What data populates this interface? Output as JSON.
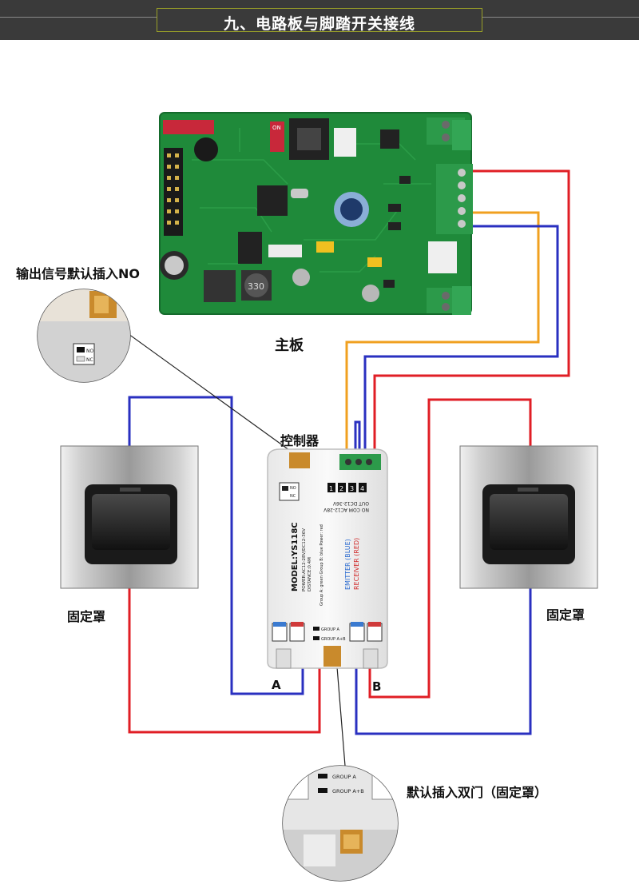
{
  "header": {
    "title": "九、电路板与脚踏开关接线"
  },
  "labels": {
    "output_note": "输出信号默认插入NO",
    "mainboard": "主板",
    "controller": "控制器",
    "cover_left": "固定罩",
    "cover_right": "固定罩",
    "port_a": "A",
    "port_b": "B",
    "default_note": "默认插入双门（固定罩）"
  },
  "controller": {
    "model": "MODEL:YS118C",
    "power": "POWER:AC12-28V/DC12-36V",
    "distance": "DISTANCE:0.4M",
    "terminals": [
      "1",
      "2",
      "3",
      "4"
    ],
    "terminal_labels": "NO COM   AC12-28V",
    "terminal_sub": "OUT      DC12-36V",
    "emitter": "EMITTER  (BLUE)",
    "receiver": "RECEIVER (RED)",
    "group_a": "GROUP A",
    "group_ab": "GROUP A+B",
    "switch_no": "NO",
    "switch_nc": "NC",
    "group_legend": "Group A: green  Group B: blue  Power: red"
  },
  "zoom_bottom": {
    "group_a": "GROUP A",
    "group_ab": "GROUP A+B"
  },
  "board": {
    "inductor": "330",
    "switch": "ON"
  },
  "colors": {
    "red": "#e01e25",
    "blue": "#2a30c0",
    "orange": "#f0a020",
    "board_green": "#1f8a3a"
  }
}
